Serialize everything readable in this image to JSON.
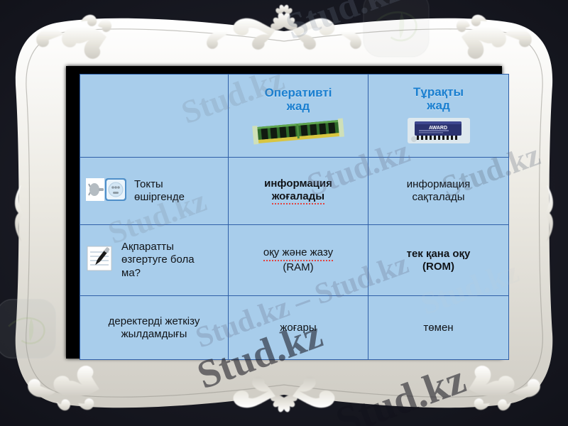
{
  "slide": {
    "background_color": "#191a23",
    "frame_color": "#e8e6e0",
    "mat_color": "#000000"
  },
  "table": {
    "cell_color": "#a8cdeb",
    "accent_red": "#b02a55",
    "header_text_color": "#1a7fd0",
    "grid_color": "#2f5fa8",
    "columns": [
      {
        "key": "criteria",
        "label": ""
      },
      {
        "key": "ram",
        "label": "Оперативті\nжад",
        "label_line1": "Оперативті",
        "label_line2": "жад",
        "icon": "ram-module-image"
      },
      {
        "key": "rom",
        "label": "Тұрақты\nжад",
        "label_line1": "Тұрақты",
        "label_line2": "жад",
        "icon": "rom-chip-image"
      }
    ],
    "rows": [
      {
        "icon": "power-socket-icon",
        "criteria_line1": "Токты",
        "criteria_line2": "өшіргенде",
        "ram_line1": "информация",
        "ram_line2": "жоғалады",
        "ram_highlight": true,
        "rom_line1": "информация",
        "rom_line2": "сақталады",
        "rom_highlight": false
      },
      {
        "icon": "notepad-pen-icon",
        "criteria_line1": "Ақпаратты",
        "criteria_line2": "өзгертуге бола",
        "criteria_line3": "ма?",
        "ram_line1": "оқу және жазу",
        "ram_line2": "(RAM)",
        "ram_highlight": false,
        "rom_line1": "тек қана оқу",
        "rom_line2": "(ROM)",
        "rom_highlight": true
      },
      {
        "icon": "",
        "criteria_line1": "деректерді жеткізу",
        "criteria_line2": "жылдамдығы",
        "ram_line1": "жоғары",
        "ram_line2": "",
        "ram_highlight": false,
        "rom_line1": "төмен",
        "rom_line2": "",
        "rom_highlight": false
      }
    ]
  },
  "watermarks": {
    "text": "Stud.kz",
    "text_dash": "Stud.kz  –  Stud.kz",
    "logo_name": "stud-kz-bird-logo"
  }
}
